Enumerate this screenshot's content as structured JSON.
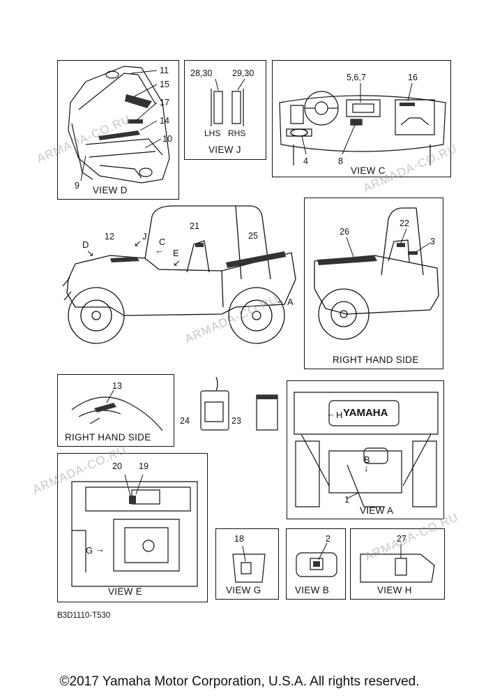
{
  "views": {
    "view_d": {
      "caption": "VIEW D",
      "callouts": [
        "11",
        "15",
        "17",
        "14",
        "10",
        "9"
      ]
    },
    "view_j": {
      "caption": "VIEW J",
      "callouts": [
        "28,30",
        "29,30"
      ],
      "lhs": "LHS",
      "rhs": "RHS"
    },
    "view_c": {
      "caption": "VIEW C",
      "callouts": [
        "5,6,7",
        "16",
        "4",
        "8"
      ]
    },
    "left_side": {
      "callouts": [
        "12",
        "21",
        "25"
      ],
      "arrows": [
        "D",
        "J",
        "C",
        "E",
        "A"
      ]
    },
    "right_side": {
      "caption": "RIGHT HAND SIDE",
      "callouts": [
        "26",
        "22",
        "3"
      ]
    },
    "rhs_13": {
      "caption": "RIGHT HAND SIDE",
      "callouts": [
        "13"
      ]
    },
    "tags": {
      "callouts": [
        "24",
        "23"
      ]
    },
    "view_a": {
      "caption": "VIEW A",
      "callouts": [
        "1"
      ],
      "arrows": [
        "H",
        "B"
      ],
      "brand": "YAMAHA"
    },
    "view_e": {
      "caption": "VIEW E",
      "callouts": [
        "20",
        "19"
      ],
      "arrows": [
        "G"
      ]
    },
    "view_g": {
      "caption": "VIEW G",
      "callouts": [
        "18"
      ]
    },
    "view_b": {
      "caption": "VIEW B",
      "callouts": [
        "2"
      ]
    },
    "view_h": {
      "caption": "VIEW H",
      "callouts": [
        "27"
      ]
    }
  },
  "watermark": "ARMADA-CO.RU",
  "diagram_code": "B3D1110-T530",
  "copyright": "©2017 Yamaha Motor Corporation, U.S.A. All rights reserved."
}
